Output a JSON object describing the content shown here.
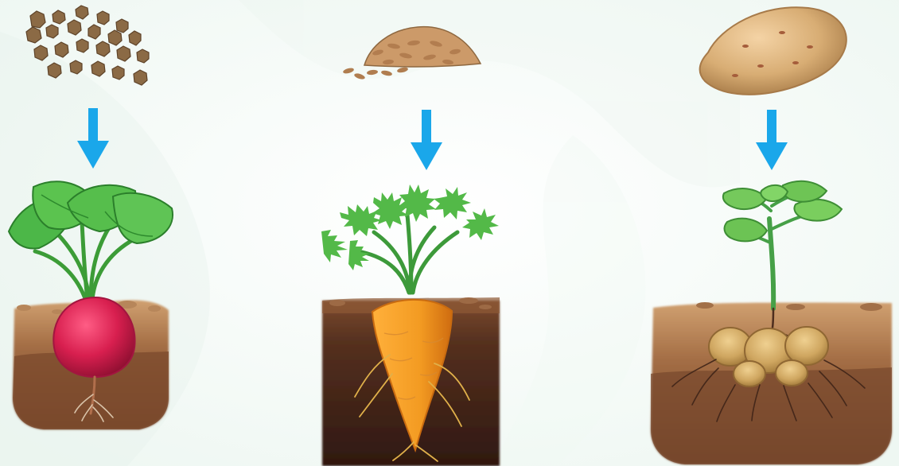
{
  "diagram": {
    "stages": [
      {
        "id": "radish",
        "source": {
          "kind": "seed",
          "icon": "radish-seeds-icon"
        },
        "arrow": {
          "icon": "down-arrow-icon",
          "color": "#1aa7ea"
        },
        "result": {
          "kind": "plant",
          "icon": "radish-plant-icon"
        }
      },
      {
        "id": "carrot",
        "source": {
          "kind": "seed",
          "icon": "carrot-seeds-icon"
        },
        "arrow": {
          "icon": "down-arrow-icon",
          "color": "#1aa7ea"
        },
        "result": {
          "kind": "plant",
          "icon": "carrot-plant-icon"
        }
      },
      {
        "id": "potato",
        "source": {
          "kind": "tuber",
          "icon": "potato-tuber-icon"
        },
        "arrow": {
          "icon": "down-arrow-icon",
          "color": "#1aa7ea"
        },
        "result": {
          "kind": "plant",
          "icon": "potato-plant-icon"
        }
      }
    ],
    "colors": {
      "background": "#f7fbf9",
      "arrow": "#1aa7ea",
      "soil_top": "#c79567",
      "soil_mid": "#8e5a36",
      "soil_dark": "#4b2a1c",
      "leaf": "#3faa3a",
      "leaf_light": "#74c95a",
      "radish": "#d81f4f",
      "carrot": "#f39b22",
      "potato": "#c99d5d",
      "seed": "#8c6b44"
    }
  }
}
